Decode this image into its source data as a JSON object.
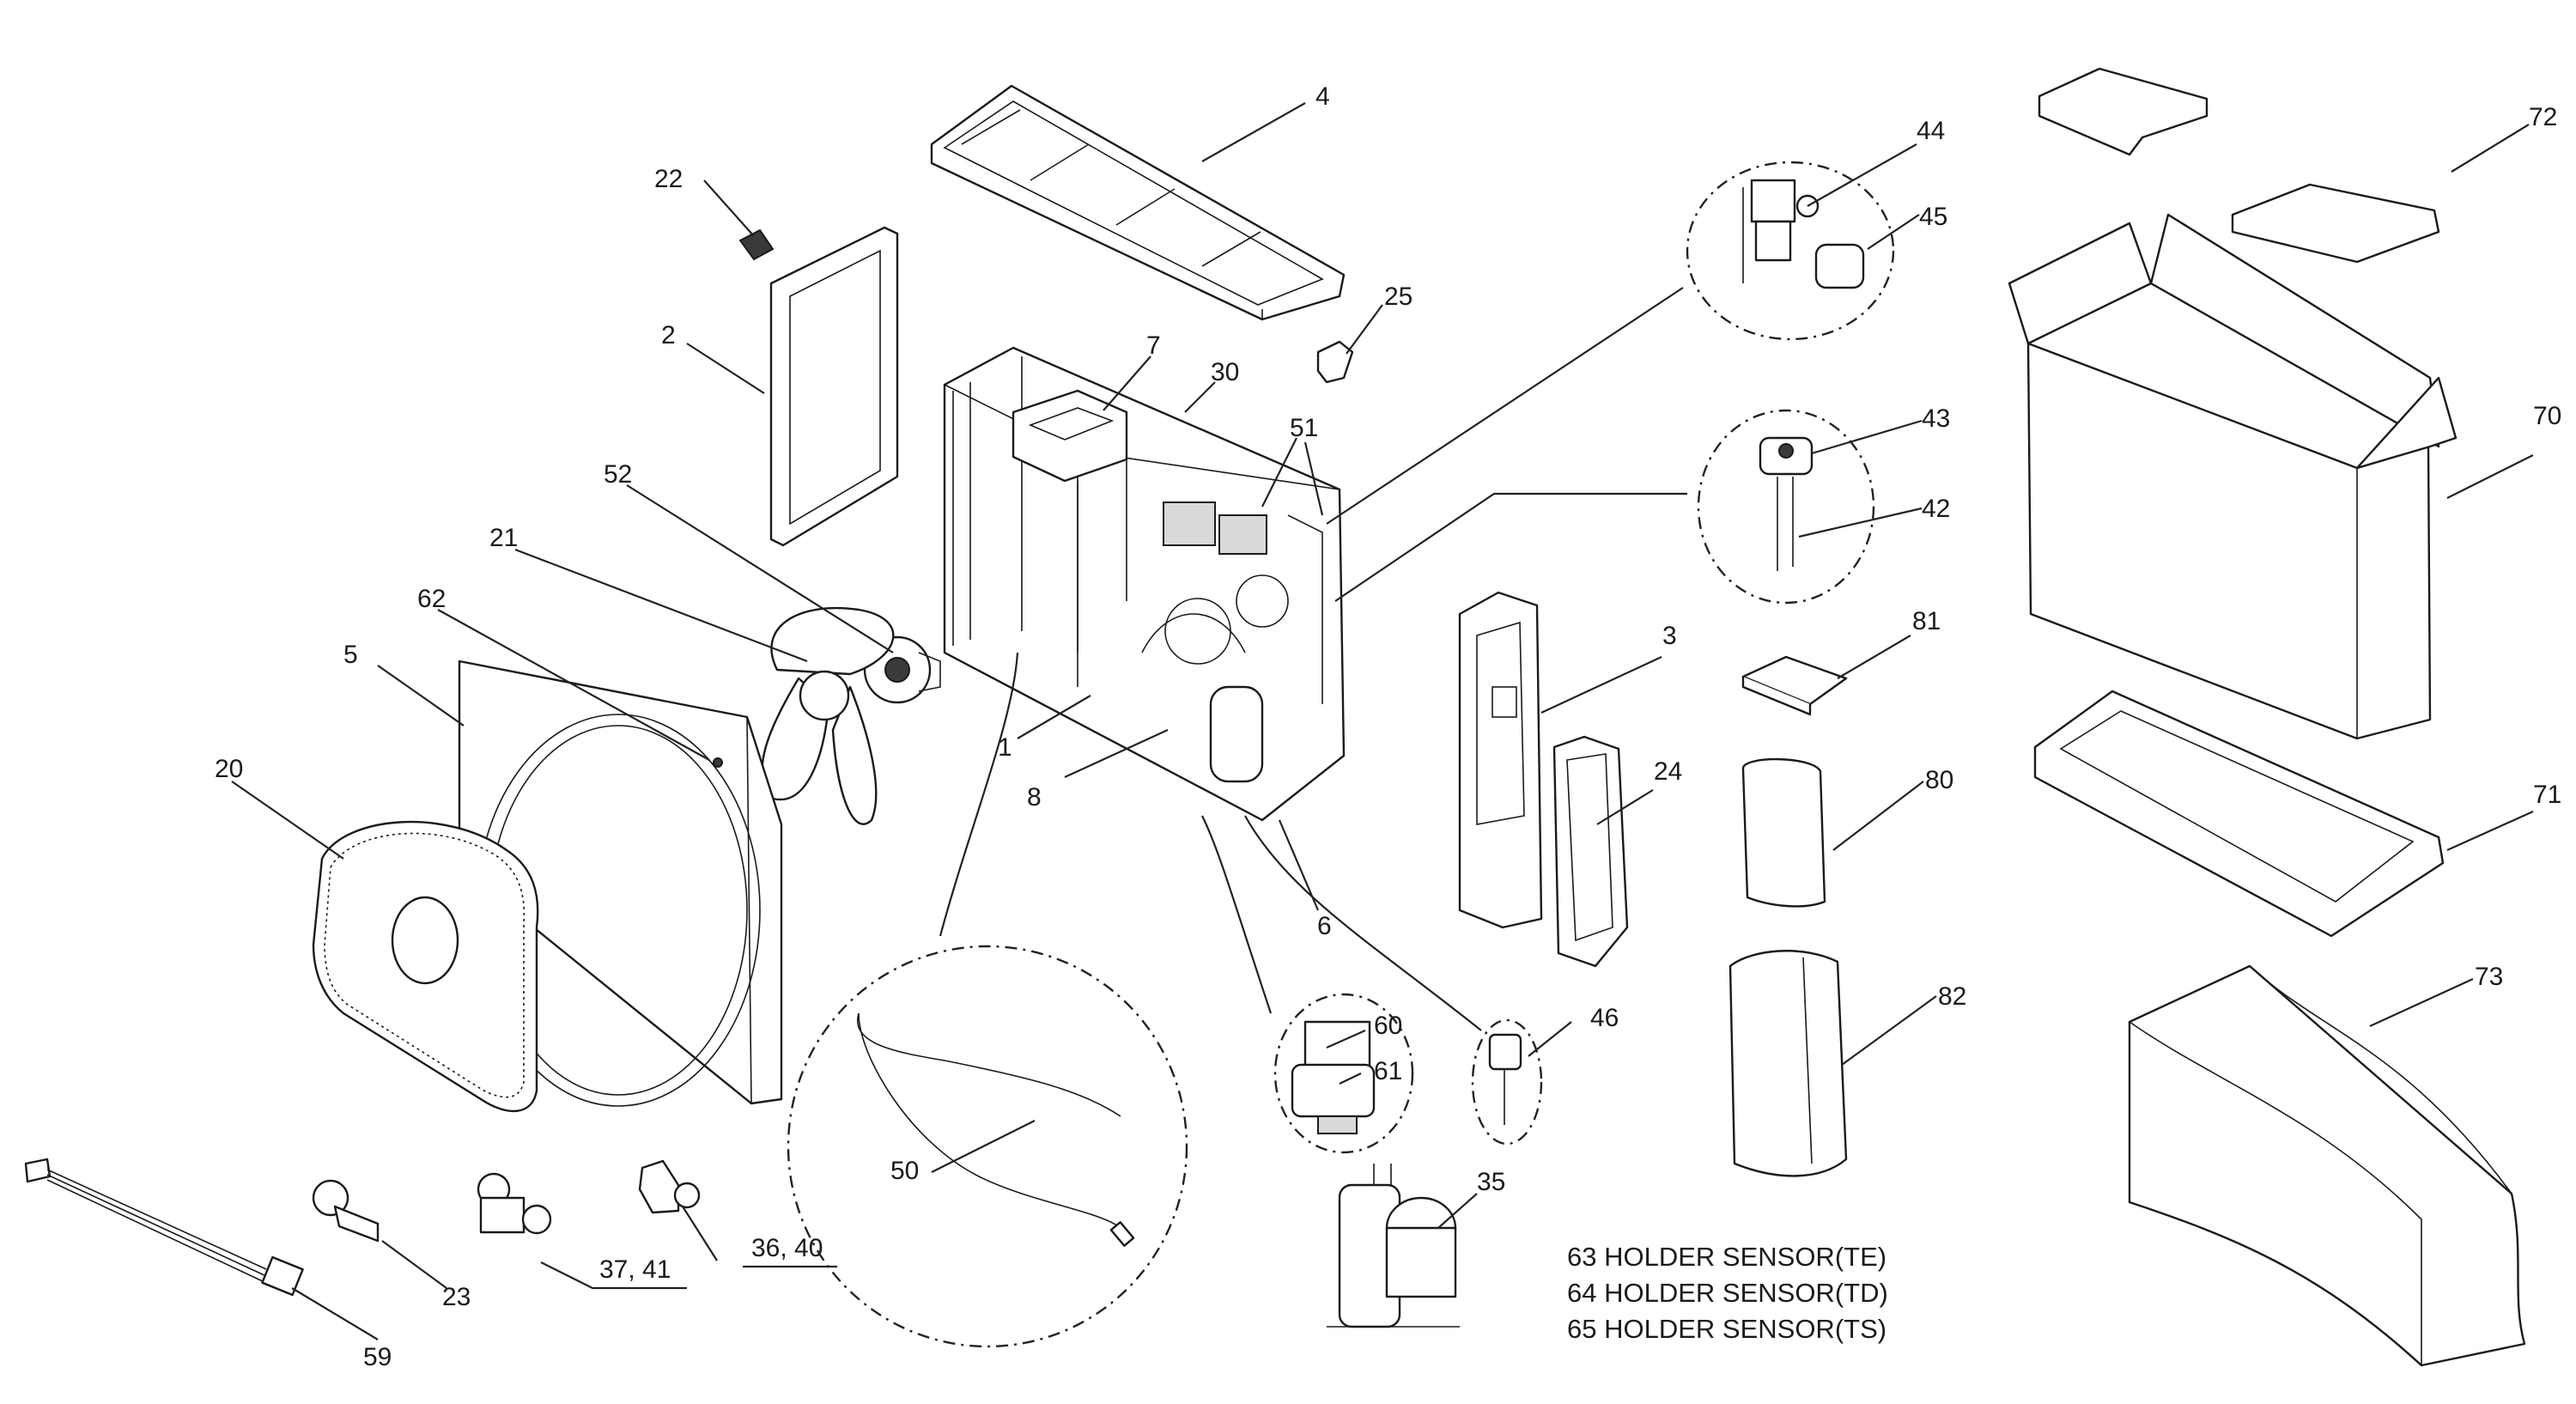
{
  "callouts": {
    "c1": "1",
    "c2": "2",
    "c3": "3",
    "c4": "4",
    "c5": "5",
    "c6": "6",
    "c7": "7",
    "c8": "8",
    "c20": "20",
    "c21": "21",
    "c22": "22",
    "c23": "23",
    "c24": "24",
    "c25": "25",
    "c30": "30",
    "c35": "35",
    "c36_40": "36, 40",
    "c37_41": "37, 41",
    "c42": "42",
    "c43": "43",
    "c44": "44",
    "c45": "45",
    "c46": "46",
    "c50": "50",
    "c51": "51",
    "c52": "52",
    "c59": "59",
    "c60": "60",
    "c61": "61",
    "c62": "62",
    "c70": "70",
    "c71": "71",
    "c72": "72",
    "c73": "73",
    "c80": "80",
    "c81": "81",
    "c82": "82"
  },
  "notes": [
    "63 HOLDER SENSOR(TE)",
    "64 HOLDER SENSOR(TD)",
    "65 HOLDER SENSOR(TS)"
  ]
}
